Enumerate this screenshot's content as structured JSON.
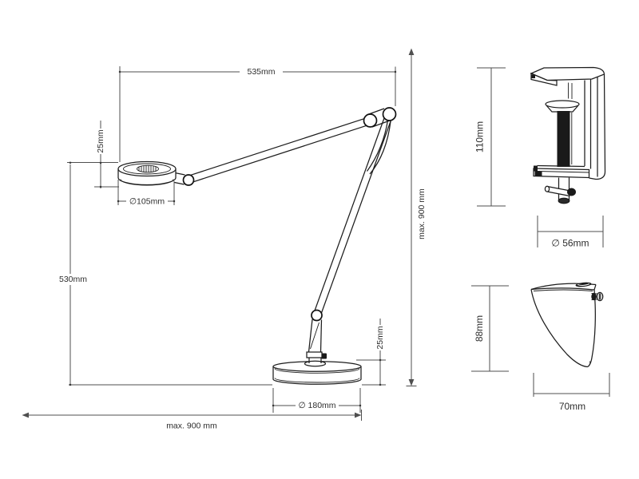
{
  "title": "Desk lamp dimensional line drawing with clamp and mount accessories",
  "colors": {
    "background": "#ffffff",
    "object_line": "#1d1d1d",
    "dimension_line": "#4f4f4f",
    "text": "#2e2e2e"
  },
  "main_view": {
    "arm_span": "535mm",
    "head_thickness": "25mm",
    "head_diameter": "∅105mm",
    "column_height": "530mm",
    "max_height": "max. 900 mm",
    "max_reach": "max. 900 mm",
    "base_thickness": "25mm",
    "base_diameter": "∅ 180mm"
  },
  "clamp_view": {
    "height": "110mm",
    "diameter": "∅ 56mm"
  },
  "mount_view": {
    "height": "88mm",
    "width": "70mm"
  }
}
